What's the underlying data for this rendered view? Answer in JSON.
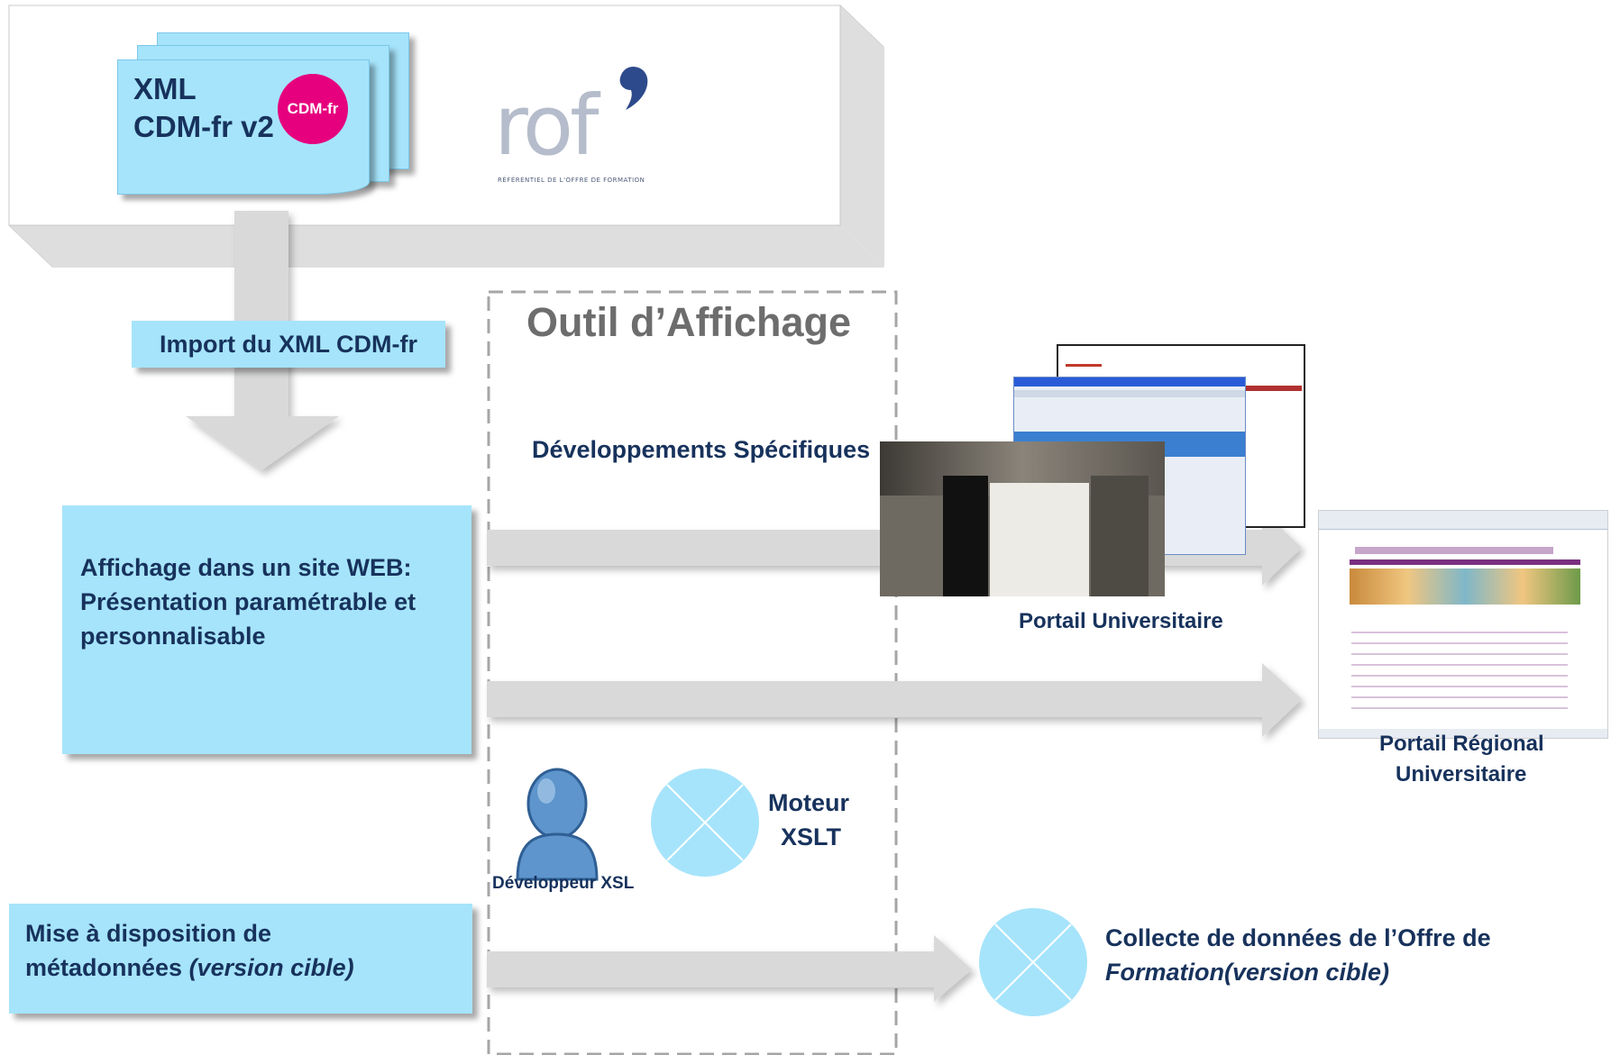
{
  "source_box": {
    "doc_line1": "XML",
    "doc_line2": "CDM-fr v2",
    "badge": "CDM-fr",
    "logo_word": "rof",
    "logo_caption": "RÉFÉRENTIEL DE L'OFFRE DE FORMATION"
  },
  "import_label": "Import du XML CDM-fr",
  "tool_title": "Outil d’Affichage",
  "specific_dev": "Développements Spécifiques",
  "web_box": {
    "line1": "Affichage dans un site WEB:",
    "line2": "Présentation paramétrable et",
    "line3": "personnalisable"
  },
  "meta_box": {
    "line1": "Mise à disposition de",
    "line2_plain": "métadonnées ",
    "line2_italic": "(version cible)"
  },
  "portail_universitaire": "Portail Universitaire",
  "portail_regional_line1": "Portail Régional",
  "portail_regional_line2": "Universitaire",
  "developer_label": "Développeur XSL",
  "engine_line1": "Moteur",
  "engine_line2": "XSLT",
  "collect_line1": "Collecte de données de l’Offre de",
  "collect_line2": "Formation(version cible)",
  "colors": {
    "light_blue": "#a6e4fb",
    "navy_text": "#17325c",
    "arrow_grey": "#d9d9d9",
    "badge_magenta": "#e6007e",
    "logo_blue": "#2d4a8c"
  }
}
